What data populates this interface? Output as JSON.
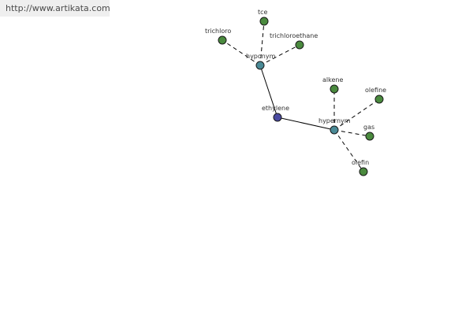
{
  "header": {
    "url": "http://www.artikata.com"
  },
  "colors": {
    "root": "#4a4aa0",
    "relation": "#4a8a96",
    "term": "#4a8a3e",
    "edge": "#000000"
  },
  "graph": {
    "nodes": [
      {
        "id": "ethylene",
        "label": "ethylene",
        "kind": "root"
      },
      {
        "id": "hyponym",
        "label": "hyponym",
        "kind": "relation"
      },
      {
        "id": "hypernym",
        "label": "hypernym",
        "kind": "relation"
      },
      {
        "id": "tce",
        "label": "tce",
        "kind": "term"
      },
      {
        "id": "trichloro",
        "label": "trichloro",
        "kind": "term"
      },
      {
        "id": "trichloroethane",
        "label": "trichloroethane",
        "kind": "term"
      },
      {
        "id": "alkene",
        "label": "alkene",
        "kind": "term"
      },
      {
        "id": "olefine",
        "label": "olefine",
        "kind": "term"
      },
      {
        "id": "gas",
        "label": "gas",
        "kind": "term"
      },
      {
        "id": "olefin",
        "label": "olefin",
        "kind": "term"
      }
    ],
    "edges": [
      {
        "from": "ethylene",
        "to": "hyponym",
        "style": "solid"
      },
      {
        "from": "ethylene",
        "to": "hypernym",
        "style": "solid"
      },
      {
        "from": "hyponym",
        "to": "tce",
        "style": "dashed"
      },
      {
        "from": "hyponym",
        "to": "trichloro",
        "style": "dashed"
      },
      {
        "from": "hyponym",
        "to": "trichloroethane",
        "style": "dashed"
      },
      {
        "from": "hypernym",
        "to": "alkene",
        "style": "dashed"
      },
      {
        "from": "hypernym",
        "to": "olefine",
        "style": "dashed"
      },
      {
        "from": "hypernym",
        "to": "gas",
        "style": "dashed"
      },
      {
        "from": "hypernym",
        "to": "olefin",
        "style": "dashed"
      }
    ]
  }
}
